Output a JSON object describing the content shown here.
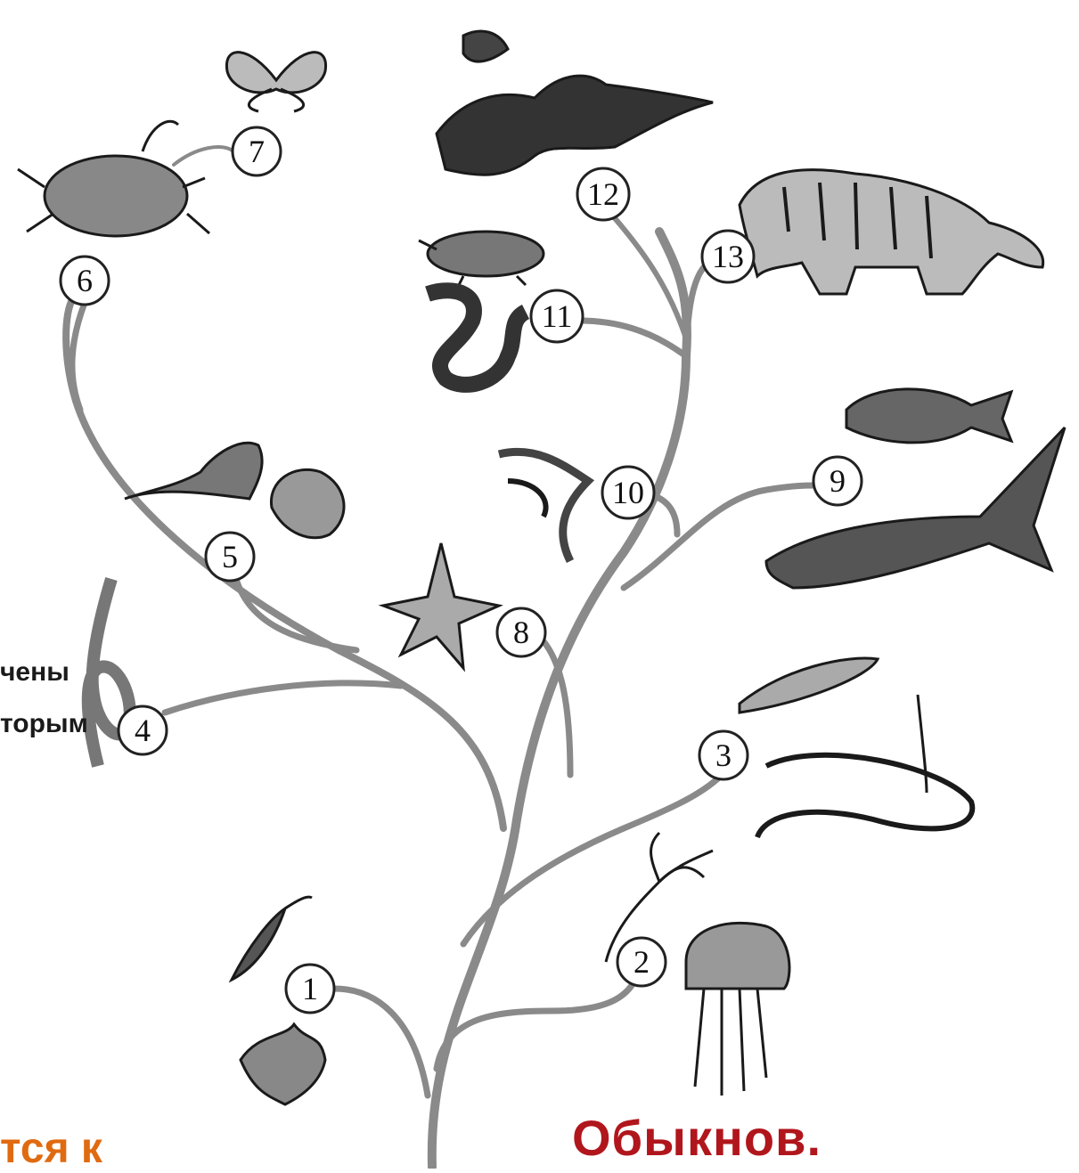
{
  "nodes": [
    {
      "num": "1",
      "animal": "euglena-amoeba"
    },
    {
      "num": "2",
      "animal": "hydra-jellyfish"
    },
    {
      "num": "3",
      "animal": "flatworm-roundworm"
    },
    {
      "num": "4",
      "animal": "earthworm"
    },
    {
      "num": "5",
      "animal": "snail-scallop"
    },
    {
      "num": "6",
      "animal": "crab"
    },
    {
      "num": "7",
      "animal": "butterfly"
    },
    {
      "num": "8",
      "animal": "starfish"
    },
    {
      "num": "9",
      "animal": "perch-shark"
    },
    {
      "num": "10",
      "animal": "frog-newt"
    },
    {
      "num": "11",
      "animal": "turtle-snake"
    },
    {
      "num": "12",
      "animal": "eagle"
    },
    {
      "num": "13",
      "animal": "tiger"
    }
  ],
  "fragments": {
    "left_line1": "чены",
    "left_line2": "торым",
    "bottom_left": "тся к",
    "bottom_right": "Обыкнов."
  },
  "colors": {
    "branch": "#8a8a8a",
    "node_stroke": "#222222",
    "orange": "#e06a10",
    "red": "#b0161c"
  }
}
